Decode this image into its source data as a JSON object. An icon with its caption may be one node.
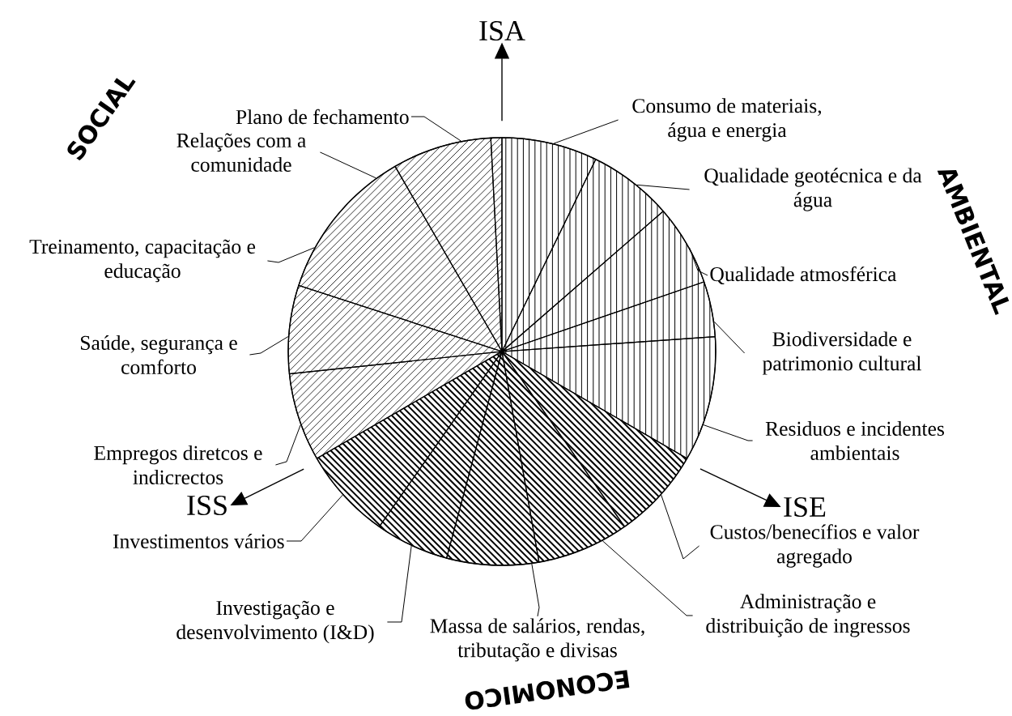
{
  "diagram": {
    "nodes": [
      {
        "text": [],
        "shape": "circle"
      },
      {
        "text": [
          "ISA"
        ]
      },
      {
        "text": [
          "Plano de fechamento"
        ]
      },
      {
        "text": [
          "Relações com a comunidade"
        ]
      },
      {
        "text": [
          "Consumo de materiais, água e energia"
        ]
      },
      {
        "text": [
          "Qualidade geotécnica e da água"
        ]
      },
      {
        "text": [
          "Qualidade atmosférica"
        ]
      },
      {
        "text": [
          "Treinamento, capacitação e educação"
        ]
      },
      {
        "text": [
          "Saúde, segurança e comforto"
        ]
      },
      {
        "text": [
          "Biodiversidade e patrimonio cultural"
        ]
      },
      {
        "text": [
          "Residuos e incidentes ambientais"
        ]
      },
      {
        "text": [
          "Empregos diretcos e indicrectos"
        ]
      },
      {
        "text": [
          "ISS"
        ]
      },
      {
        "text": [
          "ISE"
        ]
      },
      {
        "text": [
          "Investimentos vários"
        ]
      },
      {
        "text": [
          "Custos/benecífios e valor agregado"
        ]
      },
      {
        "text": [
          "Investigação e desenvolvimento (I&D)"
        ]
      },
      {
        "text": [
          "Administração e distribuição de ingressos"
        ]
      },
      {
        "text": [
          "Massa de salários, rendas, tributação e divisas"
        ]
      }
    ],
    "edges": [
      {
        "from": 0,
        "to": 1,
        "arrow": "to"
      },
      {
        "from": 0,
        "to": 12,
        "arrow": "to"
      },
      {
        "from": 0,
        "to": 13,
        "arrow": "to"
      },
      {
        "from": 2,
        "to": 0,
        "arrow": "none"
      },
      {
        "from": 3,
        "to": 0,
        "arrow": "none"
      },
      {
        "from": 4,
        "to": 0,
        "arrow": "none"
      },
      {
        "from": 5,
        "to": 0,
        "arrow": "none"
      },
      {
        "from": 6,
        "to": 0,
        "arrow": "none"
      },
      {
        "from": 7,
        "to": 0,
        "arrow": "none"
      },
      {
        "from": 8,
        "to": 0,
        "arrow": "none"
      },
      {
        "from": 9,
        "to": 0,
        "arrow": "none"
      },
      {
        "from": 10,
        "to": 0,
        "arrow": "none"
      },
      {
        "from": 11,
        "to": 0,
        "arrow": "none"
      },
      {
        "from": 14,
        "to": 0,
        "arrow": "none"
      },
      {
        "from": 15,
        "to": 0,
        "arrow": "none"
      },
      {
        "from": 16,
        "to": 0,
        "arrow": "none"
      },
      {
        "from": 17,
        "to": 0,
        "arrow": "none"
      },
      {
        "from": 18,
        "to": 0,
        "arrow": "none"
      }
    ],
    "labels": [
      "SOCIAL",
      "AMBIENTAL",
      "ECONOMICO"
    ]
  }
}
